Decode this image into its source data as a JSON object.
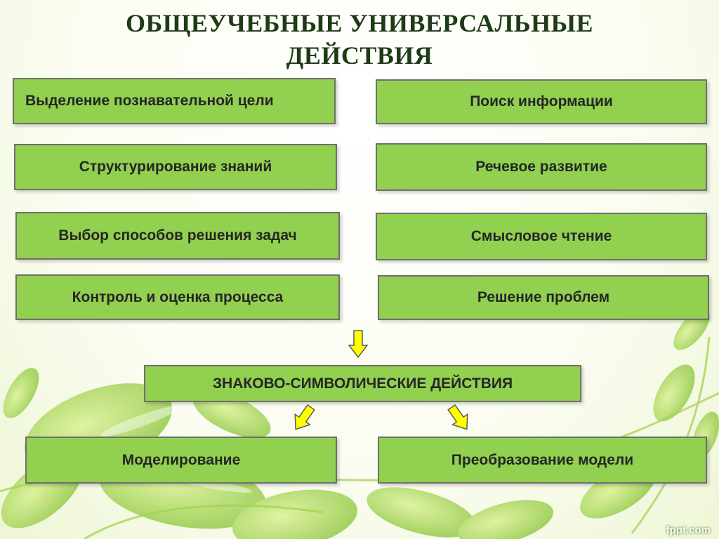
{
  "title": {
    "line1": "ОБЩЕУЧЕБНЫЕ УНИВЕРСАЛЬНЫЕ",
    "line2": "ДЕЙСТВИЯ"
  },
  "left_actions": [
    "Выделение познавательной цели",
    "Структурирование знаний",
    "Выбор способов решения задач",
    "Контроль и оценка процесса"
  ],
  "right_actions": [
    "Поиск информации",
    "Речевое развитие",
    "Смысловое чтение",
    "Решение проблем"
  ],
  "sign_symbolic": {
    "label": "ЗНАКОВО-СИМВОЛИЧЕСКИЕ ДЕЙСТВИЯ",
    "children": [
      "Моделирование",
      "Преобразование модели"
    ]
  },
  "watermark": "fppt.com",
  "colors": {
    "box_fill": "#92d050",
    "box_border": "#6f6f6f",
    "arrow_fill": "#ffff00",
    "title": "#1f3a16"
  }
}
